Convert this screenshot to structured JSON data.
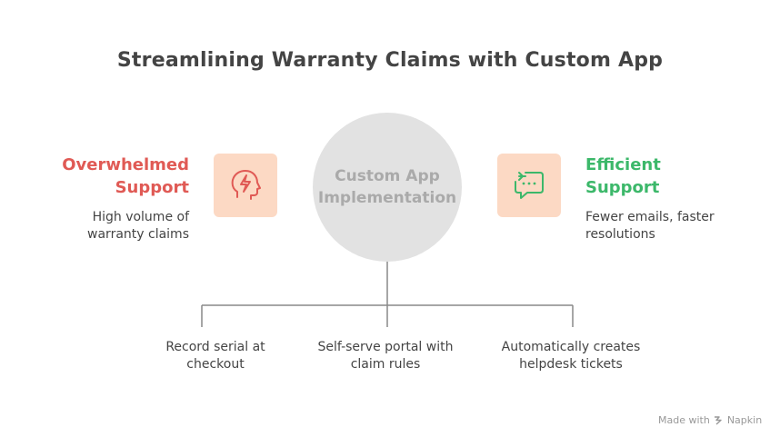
{
  "title": "Streamlining Warranty Claims with Custom App",
  "center": {
    "label": "Custom App\nImplementation"
  },
  "left": {
    "title": "Overwhelmed\nSupport",
    "description": "High volume of\nwarranty claims",
    "icon": "head-lightning-icon",
    "title_color": "#e05a55",
    "icon_color": "#e05a55"
  },
  "right": {
    "title": "Efficient\nSupport",
    "description": "Fewer emails, faster\nresolutions",
    "icon": "chat-refresh-icon",
    "title_color": "#3cb86a",
    "icon_color": "#3cb86a"
  },
  "steps": [
    "Record serial at\ncheckout",
    "Self-serve portal with\nclaim rules",
    "Automatically creates\nhelpdesk tickets"
  ],
  "colors": {
    "icon_box_bg": "#fcd9c4",
    "circle_bg": "#e2e2e2",
    "connector": "#888888"
  },
  "footer": {
    "made_with": "Made with",
    "brand": "Napkin"
  }
}
